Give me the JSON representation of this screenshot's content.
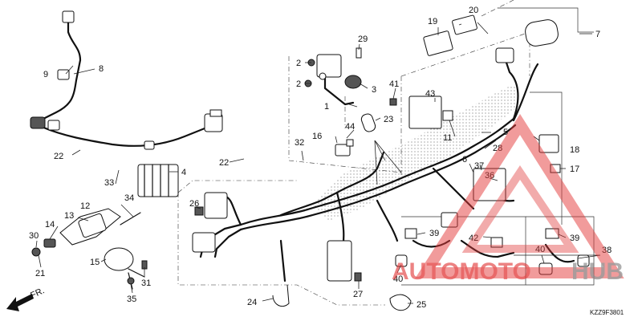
{
  "diagram": {
    "callouts": [
      "1",
      "2",
      "3",
      "4",
      "5",
      "6",
      "7",
      "8",
      "9",
      "11",
      "12",
      "13",
      "14",
      "15",
      "16",
      "17",
      "18",
      "19",
      "20",
      "21",
      "22",
      "23",
      "24",
      "25",
      "26",
      "27",
      "28",
      "29",
      "30",
      "31",
      "32",
      "33",
      "34",
      "35",
      "36",
      "37",
      "38",
      "39",
      "40",
      "41",
      "42",
      "43",
      "44"
    ],
    "direction_label": "FR.",
    "drawing_code": "KZZ9F3801"
  },
  "watermark": {
    "text_left": "AUTOMOTO",
    "text_right": "HUB",
    "color_red": "#e23b3b",
    "color_gray": "#8a8a8a"
  },
  "colors": {
    "line": "#111111",
    "background": "#ffffff"
  }
}
